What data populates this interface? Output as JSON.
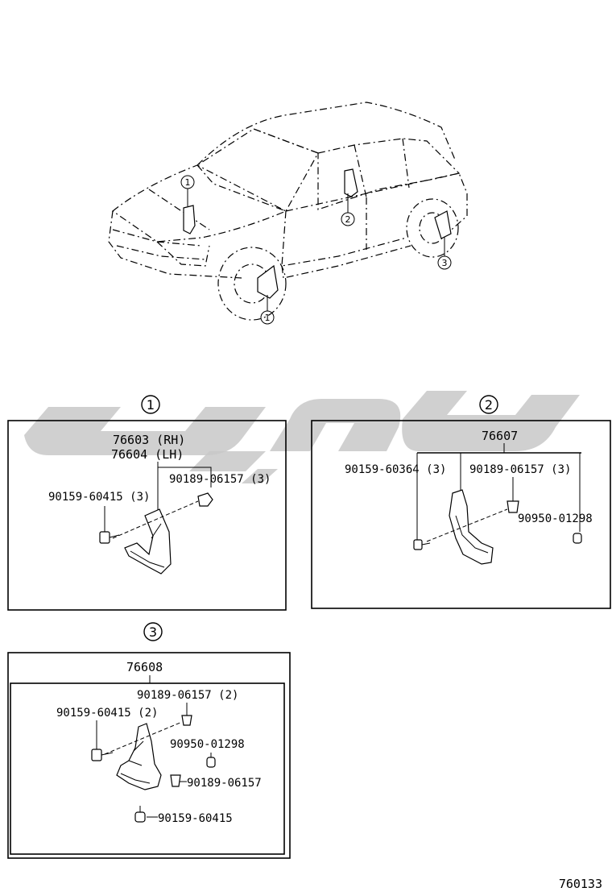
{
  "overview": {
    "callouts": [
      "1",
      "2",
      "3",
      "1"
    ]
  },
  "section1": {
    "number": "1",
    "parts": {
      "rh": "76603 (RH)",
      "lh": "76604 (LH)",
      "screw": "90159-60415 (3)",
      "clip": "90189-06157 (3)"
    }
  },
  "section2": {
    "number": "2",
    "parts": {
      "main": "76607",
      "screw": "90159-60364 (3)",
      "clip": "90189-06157 (3)",
      "nut": "90950-01298"
    }
  },
  "section3": {
    "number": "3",
    "parts": {
      "main": "76608",
      "clip_top": "90189-06157 (2)",
      "screw_top": "90159-60415 (2)",
      "nut": "90950-01298",
      "clip_low": "90189-06157",
      "screw_low": "90159-60415"
    }
  },
  "footer": {
    "diagram_id": "760133"
  },
  "style": {
    "line_color": "#000000",
    "watermark_color": "#c8c8c8"
  }
}
